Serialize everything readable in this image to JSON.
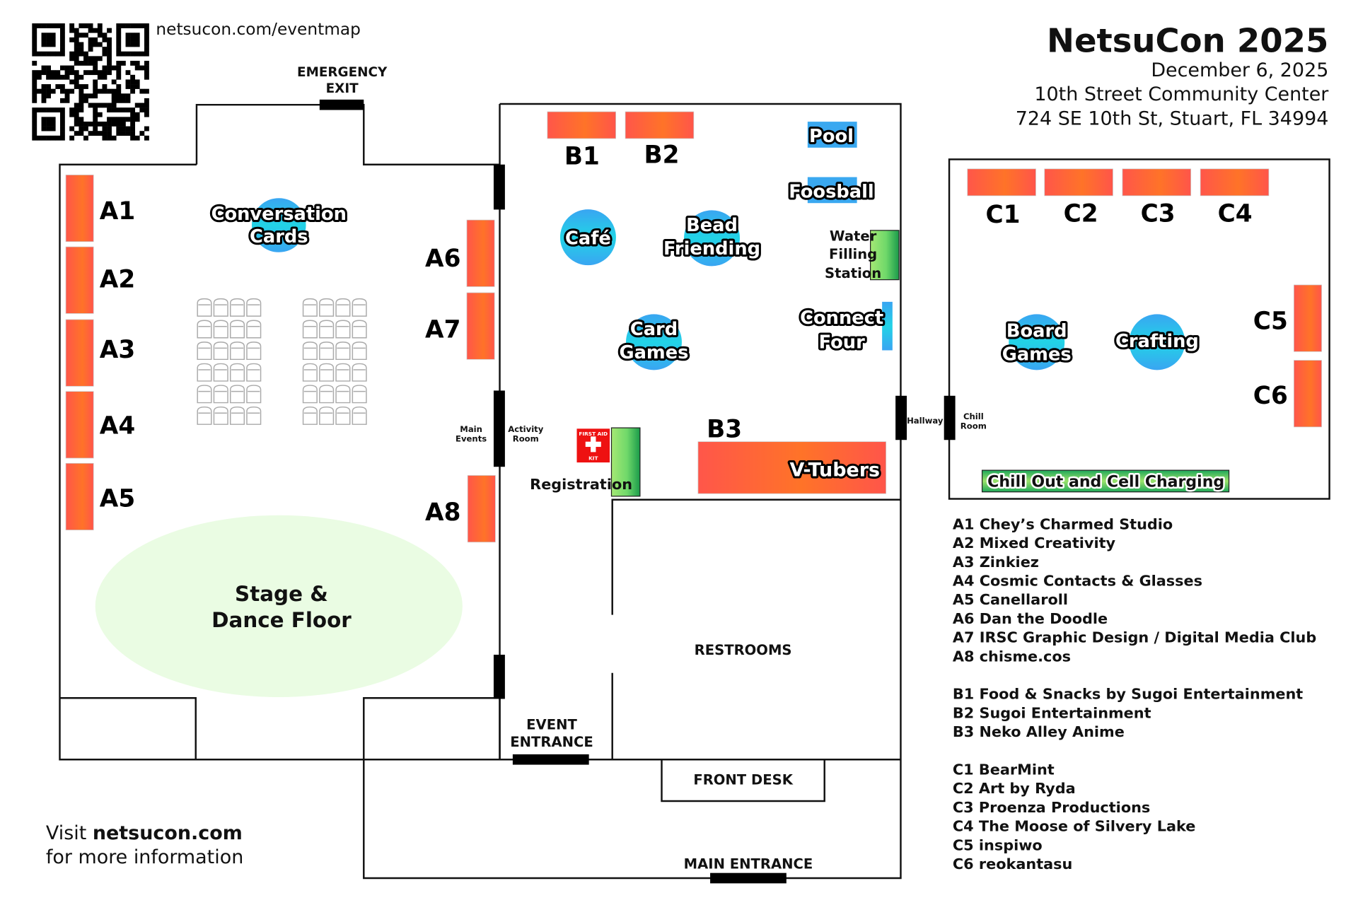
{
  "header": {
    "title": "NetsuCon 2025",
    "date": "December 6, 2025",
    "venue": "10th Street Community Center",
    "address": "724 SE 10th St, Stuart, FL 34994"
  },
  "qr": {
    "caption": "netsucon.com/eventmap",
    "icon": "qr-code-icon"
  },
  "footer": {
    "visit_prefix": "Visit ",
    "visit_link": "netsucon.com",
    "visit_suffix": "for more information"
  },
  "colors": {
    "booth_start": "#ff5a4a",
    "booth_mid": "#ff7a2a",
    "activity_blue": "#3aa8f0",
    "activity_cyan": "#22d3e6",
    "station_green": "#2fbf5f",
    "station_light": "#9be36a",
    "stage_fill": "#eafce3",
    "first_aid_red": "#ee1111"
  },
  "labels": {
    "emergency_exit": [
      "EMERGENCY",
      "EXIT"
    ],
    "event_entrance": [
      "EVENT",
      "ENTRANCE"
    ],
    "main_entrance": "MAIN ENTRANCE",
    "front_desk": "FRONT DESK",
    "restrooms": "RESTROOMS",
    "main_events": [
      "Main",
      "Events"
    ],
    "activity_room": [
      "Activity",
      "Room"
    ],
    "hallway": "Hallway",
    "chill_room": [
      "Chill",
      "Room"
    ],
    "registration": "Registration",
    "first_aid": [
      "FIRST AID",
      "KIT"
    ],
    "stage": [
      "Stage &",
      "Dance Floor"
    ]
  },
  "booths": {
    "A1": "A1",
    "A2": "A2",
    "A3": "A3",
    "A4": "A4",
    "A5": "A5",
    "A6": "A6",
    "A7": "A7",
    "A8": "A8",
    "B1": "B1",
    "B2": "B2",
    "B3": "B3",
    "C1": "C1",
    "C2": "C2",
    "C3": "C3",
    "C4": "C4",
    "C5": "C5",
    "C6": "C6"
  },
  "activities": {
    "conversation_cards": [
      "Conversation",
      "Cards"
    ],
    "cafe": "Café",
    "bead_friending": [
      "Bead",
      "Friending"
    ],
    "card_games": [
      "Card",
      "Games"
    ],
    "pool": "Pool",
    "foosball": "Foosball",
    "water_station": [
      "Water",
      "Filling",
      "Station"
    ],
    "connect_four": [
      "Connect",
      "Four"
    ],
    "v_tubers": "V-Tubers",
    "board_games": [
      "Board",
      "Games"
    ],
    "crafting": "Crafting",
    "chill_out": "Chill Out and Cell Charging"
  },
  "vendors": {
    "a": [
      "A1 Chey’s Charmed Studio",
      "A2 Mixed Creativity",
      "A3 Zinkiez",
      "A4 Cosmic Contacts & Glasses",
      "A5 Canellaroll",
      "A6 Dan the Doodle",
      "A7 IRSC Graphic Design / Digital Media Club",
      "A8 chisme.cos"
    ],
    "b": [
      "B1 Food & Snacks by Sugoi Entertainment",
      "B2 Sugoi Entertainment",
      "B3 Neko Alley Anime"
    ],
    "c": [
      "C1 BearMint",
      "C2 Art by Ryda",
      "C3 Proenza Productions",
      "C4 The Moose of Silvery Lake",
      "C5 inspiwo",
      "C6 reokantasu"
    ]
  }
}
